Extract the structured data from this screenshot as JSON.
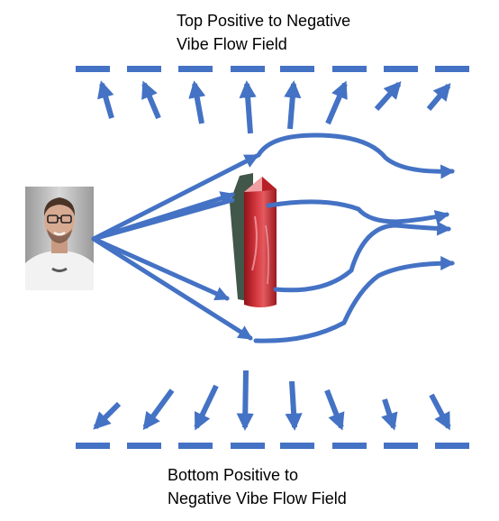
{
  "top_label": {
    "line1": "Top Positive to Negative",
    "line2": "Vibe Flow Field"
  },
  "bottom_label": {
    "line1": "Bottom Positive to",
    "line2": "Negative Vibe Flow Field"
  },
  "colors": {
    "arrow": "#4472c4",
    "crystal": "#c8242e",
    "crystal_highlight": "#e86a6e",
    "shadow": "#1f3a2a"
  },
  "icons": {
    "person": "person-photo",
    "crystal": "red-crystal-point"
  }
}
